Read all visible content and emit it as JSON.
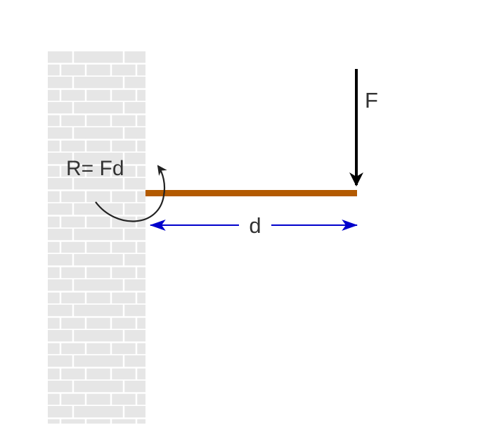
{
  "labels": {
    "reaction": "R= Fd",
    "force": "F",
    "distance": "d"
  },
  "colors": {
    "wall_fill": "#e6e6e6",
    "wall_mortar": "#ffffff",
    "beam": "#b35a00",
    "force_arrow": "#000000",
    "dimension_arrow": "#0000cc",
    "moment_arrow": "#222222",
    "text": "#333333"
  }
}
